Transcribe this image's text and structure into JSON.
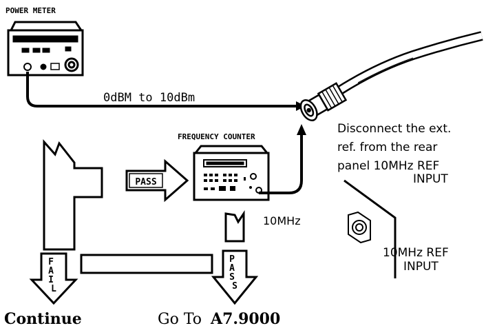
{
  "labels": {
    "power_meter": "POWER METER",
    "frequency_counter": "FREQUENCY COUNTER",
    "power_range": "0dBM  to  10dBm",
    "ref_freq": "10MHz",
    "instruction_lines": [
      "Disconnect  the  ext.",
      "ref.  from  the  rear",
      "panel  10MHz  REF",
      "INPUT"
    ],
    "rear_panel_label_lines": [
      "10MHz  REF",
      "INPUT"
    ],
    "pass_horizontal": "PASS",
    "fail_vertical": "FAIL",
    "pass_vertical": "PASS"
  },
  "footer": {
    "continue": "Continue",
    "goto_prefix": "Go To",
    "goto_target": "A7.9000"
  }
}
